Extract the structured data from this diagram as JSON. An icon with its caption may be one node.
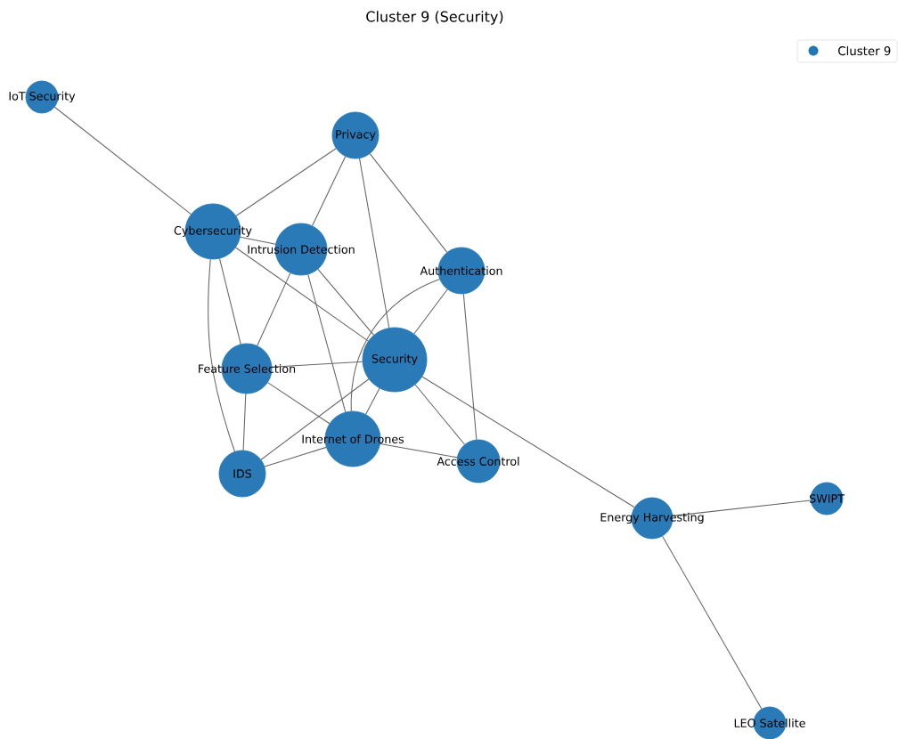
{
  "diagram": {
    "title": "Cluster 9 (Security)",
    "nodes": [
      {
        "text": [
          "IoT Security"
        ]
      },
      {
        "text": [
          "Privacy"
        ]
      },
      {
        "text": [
          "Cybersecurity"
        ]
      },
      {
        "text": [
          "Intrusion Detection"
        ]
      },
      {
        "text": [
          "Authentication"
        ]
      },
      {
        "text": [
          "Security"
        ]
      },
      {
        "text": [
          "Feature Selection"
        ]
      },
      {
        "text": [
          "Internet of Drones"
        ]
      },
      {
        "text": [
          "IDS"
        ]
      },
      {
        "text": [
          "Access Control"
        ]
      },
      {
        "text": [
          "Energy Harvesting"
        ]
      },
      {
        "text": [
          "SWIPT"
        ]
      },
      {
        "text": [
          "LEO Satellite"
        ]
      }
    ],
    "edges": [
      {
        "from": 0,
        "to": 2,
        "arrow": "none"
      },
      {
        "from": 1,
        "to": 2,
        "arrow": "none"
      },
      {
        "from": 1,
        "to": 3,
        "arrow": "none"
      },
      {
        "from": 1,
        "to": 5,
        "arrow": "none"
      },
      {
        "from": 1,
        "to": 4,
        "arrow": "none"
      },
      {
        "from": 2,
        "to": 3,
        "arrow": "none"
      },
      {
        "from": 2,
        "to": 5,
        "arrow": "none"
      },
      {
        "from": 2,
        "to": 6,
        "arrow": "none"
      },
      {
        "from": 2,
        "to": 8,
        "arrow": "none"
      },
      {
        "from": 3,
        "to": 6,
        "arrow": "none"
      },
      {
        "from": 3,
        "to": 5,
        "arrow": "none"
      },
      {
        "from": 3,
        "to": 7,
        "arrow": "none"
      },
      {
        "from": 4,
        "to": 5,
        "arrow": "none"
      },
      {
        "from": 4,
        "to": 7,
        "arrow": "none"
      },
      {
        "from": 4,
        "to": 9,
        "arrow": "none"
      },
      {
        "from": 5,
        "to": 6,
        "arrow": "none"
      },
      {
        "from": 5,
        "to": 8,
        "arrow": "none"
      },
      {
        "from": 5,
        "to": 7,
        "arrow": "none"
      },
      {
        "from": 5,
        "to": 9,
        "arrow": "none"
      },
      {
        "from": 5,
        "to": 10,
        "arrow": "none"
      },
      {
        "from": 6,
        "to": 7,
        "arrow": "none"
      },
      {
        "from": 6,
        "to": 8,
        "arrow": "none"
      },
      {
        "from": 7,
        "to": 8,
        "arrow": "none"
      },
      {
        "from": 7,
        "to": 9,
        "arrow": "none"
      },
      {
        "from": 10,
        "to": 11,
        "arrow": "none"
      },
      {
        "from": 10,
        "to": 12,
        "arrow": "none"
      }
    ],
    "legend": [
      {
        "text": "Cluster 9",
        "color": "#1f77b4"
      }
    ]
  }
}
